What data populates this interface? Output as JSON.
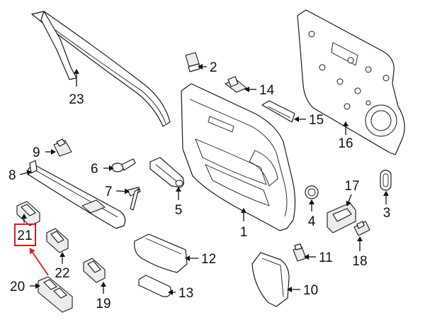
{
  "callouts": {
    "c1": "1",
    "c2": "2",
    "c3": "3",
    "c4": "4",
    "c5": "5",
    "c6": "6",
    "c7": "7",
    "c8": "8",
    "c9": "9",
    "c10": "10",
    "c11": "11",
    "c12": "12",
    "c13": "13",
    "c14": "14",
    "c15": "15",
    "c16": "16",
    "c17": "17",
    "c18": "18",
    "c19": "19",
    "c20": "20",
    "c21": "21",
    "c22": "22",
    "c23": "23"
  },
  "highlight": {
    "callout": "21",
    "color": "#e01818"
  },
  "colors": {
    "line": "#1a1a1a",
    "background": "#ffffff",
    "highlight": "#e01818"
  }
}
